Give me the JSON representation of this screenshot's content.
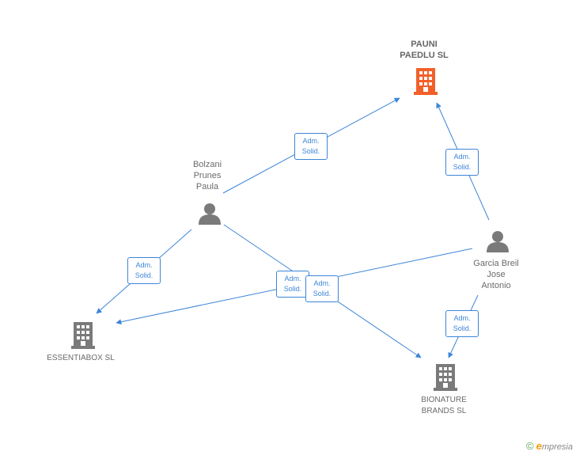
{
  "colors": {
    "edge": "#3d85d8",
    "main_company": "#f2602a",
    "company": "#7a7a7a",
    "person": "#7a7a7a"
  },
  "nodes": {
    "pauni": {
      "label": "PAUNI\nPAEDLU SL",
      "icon": "building-icon"
    },
    "bolzani": {
      "label": "Bolzani\nPrunes\nPaula",
      "icon": "person-icon"
    },
    "garcia": {
      "label": "Garcia Breil\nJose\nAntonio",
      "icon": "person-icon"
    },
    "essentiabox": {
      "label": "ESSENTIABOX SL",
      "icon": "building-icon"
    },
    "bionature": {
      "label": "BIONATURE\nBRANDS SL",
      "icon": "building-icon"
    }
  },
  "edges": [
    {
      "from": "bolzani",
      "to": "pauni",
      "label_line1": "Adm.",
      "label_line2": "Solid."
    },
    {
      "from": "garcia",
      "to": "pauni",
      "label_line1": "Adm.",
      "label_line2": "Solid."
    },
    {
      "from": "bolzani",
      "to": "essentiabox",
      "label_line1": "Adm.",
      "label_line2": "Solid."
    },
    {
      "from": "garcia",
      "to": "essentiabox",
      "label_line1": "Adm.",
      "label_line2": "Solid."
    },
    {
      "from": "bolzani",
      "to": "bionature",
      "label_line1": "Adm.",
      "label_line2": "Solid."
    },
    {
      "from": "garcia",
      "to": "bionature",
      "label_line1": "Adm.",
      "label_line2": "Solid."
    }
  ],
  "footer": {
    "copyright": "©",
    "brand_initial": "e",
    "brand_rest": "mpresia"
  }
}
